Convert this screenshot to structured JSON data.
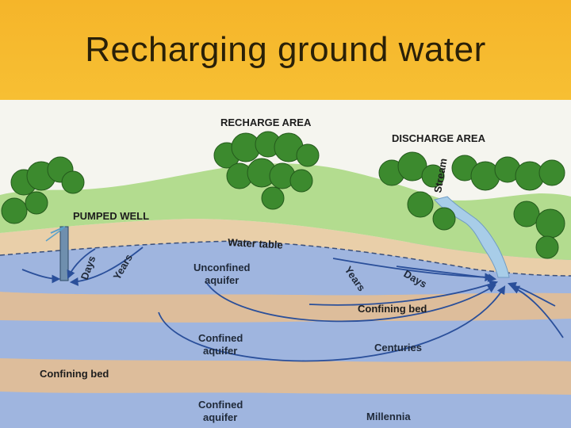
{
  "title": "Recharging ground water",
  "labels": {
    "recharge_area": "RECHARGE AREA",
    "discharge_area": "DISCHARGE AREA",
    "pumped_well": "PUMPED WELL",
    "water_table": "Water table",
    "stream": "Stream",
    "days_left": "Days",
    "years_left": "Years",
    "years_right": "Years",
    "days_right": "Days",
    "unconfined_line1": "Unconfined",
    "unconfined_line2": "aquifer",
    "confining_bed_upper": "Confining bed",
    "confined_upper_line1": "Confined",
    "confined_upper_line2": "aquifer",
    "centuries": "Centuries",
    "confining_bed_lower": "Confining bed",
    "confined_lower_line1": "Confined",
    "confined_lower_line2": "aquifer",
    "millennia": "Millennia"
  },
  "colors": {
    "slide_background": "#f7b628",
    "sky": "#f5f5ef",
    "land": "#b3dc8f",
    "soil": "#e9cfa9",
    "aquifer": "#9fb5df",
    "confining_bed": "#ddbd9b",
    "stream": "#a8cde8",
    "flow_lines": "#2a4f9a",
    "trees": "#3c8a2e"
  }
}
